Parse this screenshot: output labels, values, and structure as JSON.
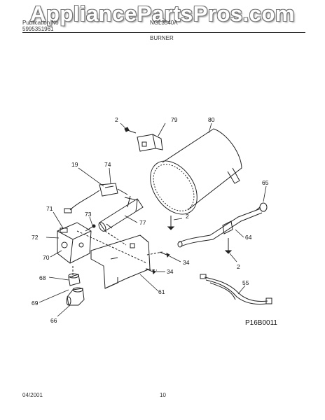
{
  "watermark": "AppliancePartsPros.com",
  "header": {
    "publication_label": "Publication No",
    "publication_number": "5995351961",
    "model": "NGL3540A",
    "section": "BURNER"
  },
  "callouts": [
    "2",
    "79",
    "80",
    "19",
    "74",
    "65",
    "71",
    "73",
    "2",
    "77",
    "72",
    "64",
    "70",
    "34",
    "2",
    "68",
    "34",
    "55",
    "69",
    "61",
    "66"
  ],
  "diagram_code": "P16B0011",
  "footer": {
    "date": "04/2001",
    "page": "10"
  }
}
